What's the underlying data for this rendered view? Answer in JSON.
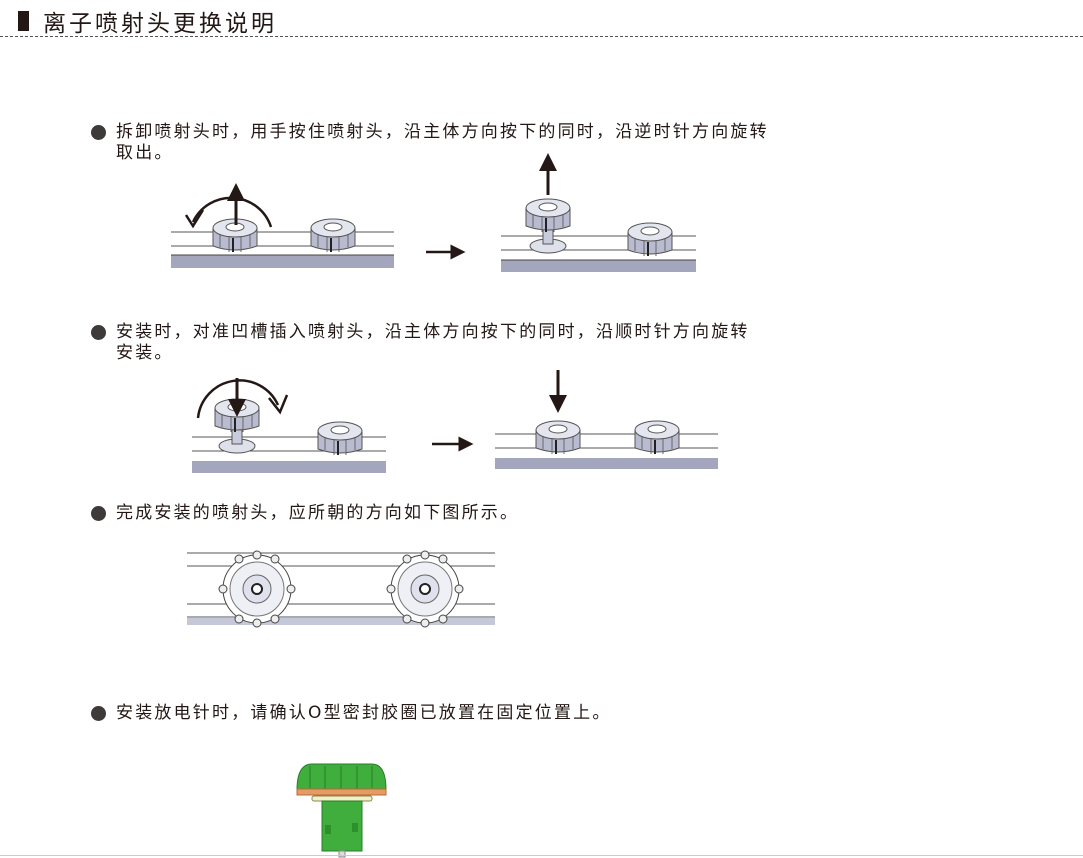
{
  "header": {
    "title": "离子喷射头更换说明"
  },
  "steps": [
    {
      "text": "拆卸喷射头时，用手按住喷射头，沿主体方向按下的同时，沿逆时针方向旋转取出。"
    },
    {
      "text": "安装时，对准凹槽插入喷射头，沿主体方向按下的同时，沿顺时针方向旋转安装。"
    },
    {
      "text": "完成安装的喷射头，应所朝的方向如下图所示。"
    },
    {
      "text": "安装放电针时，请确认O型密封胶圈已放置在固定位置上。"
    }
  ],
  "colors": {
    "rail": "#a3a6bd",
    "knob": "#c9ccdc",
    "green": "#3fae3c",
    "orange": "#e89a63"
  }
}
